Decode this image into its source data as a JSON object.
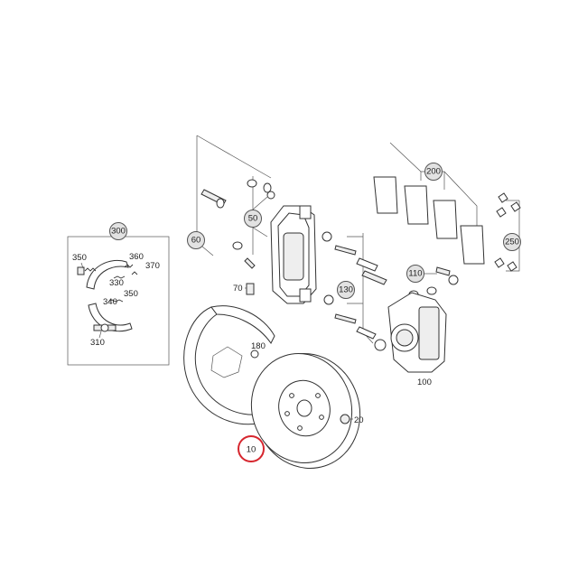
{
  "callouts": {
    "c300": "300",
    "c350a": "350",
    "c360": "360",
    "c370": "370",
    "c330": "330",
    "c350b": "350",
    "c340": "340",
    "c310": "310",
    "c60": "60",
    "c50": "50",
    "c70": "70",
    "c180": "180",
    "c130": "130",
    "c110": "110",
    "c200": "200",
    "c250": "250",
    "c100": "100",
    "c20": "20",
    "c10": "10"
  },
  "colors": {
    "highlight": "#d6262e",
    "bubble_fill": "#e2e2e2",
    "line": "#333333"
  },
  "highlighted_part": "10"
}
